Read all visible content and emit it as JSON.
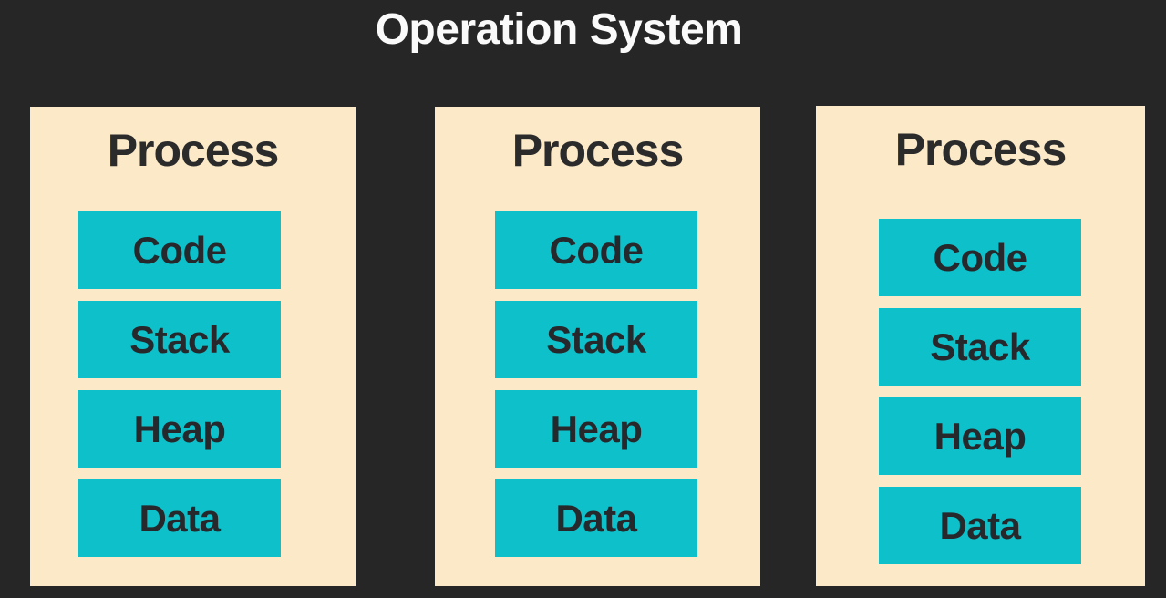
{
  "title": "Operation System",
  "colors": {
    "background": "#262626",
    "card": "#fbe9c8",
    "segment": "#0dc0ca",
    "segment_text": "#26282b",
    "card_title_text": "#2b2b2b",
    "title_text": "#fafafa"
  },
  "processes": [
    {
      "label": "Process",
      "segments": [
        "Code",
        "Stack",
        "Heap",
        "Data"
      ]
    },
    {
      "label": "Process",
      "segments": [
        "Code",
        "Stack",
        "Heap",
        "Data"
      ]
    },
    {
      "label": "Process",
      "segments": [
        "Code",
        "Stack",
        "Heap",
        "Data"
      ]
    }
  ]
}
